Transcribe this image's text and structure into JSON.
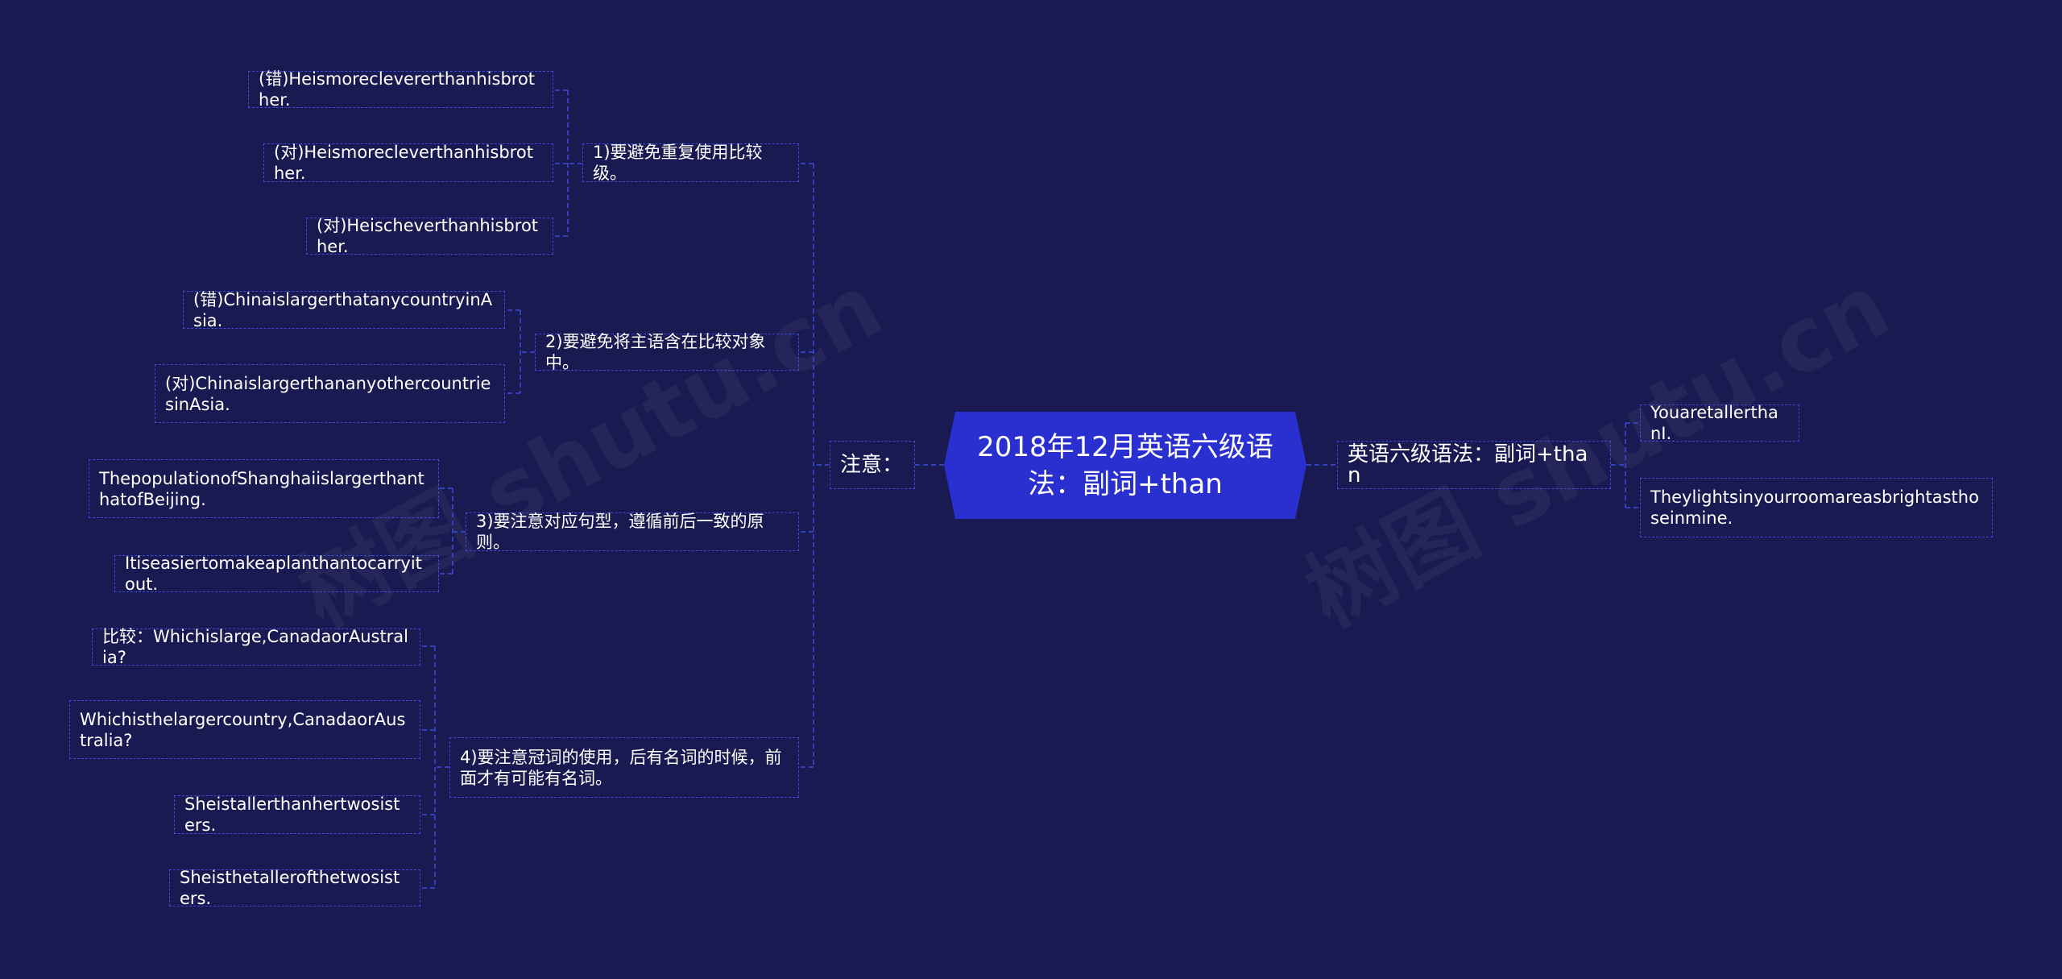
{
  "root": {
    "title": "2018年12月英语六级语法：副词+than"
  },
  "left_branch": {
    "label": "注意：",
    "children": [
      {
        "label": "1)要避免重复使用比较级。",
        "examples": [
          "(错)Heismoreclevererthanhisbrother.",
          "(对)Heismorecleverthanhisbrother.",
          "(对)Heischeverthanhisbrother."
        ]
      },
      {
        "label": "2)要避免将主语含在比较对象中。",
        "examples": [
          "(错)ChinaislargerthatanycountryinAsia.",
          "(对)ChinaislargerthananyothercountriesinAsia."
        ]
      },
      {
        "label": "3)要注意对应句型，遵循前后一致的原则。",
        "examples": [
          "ThepopulationofShanghaiislargerthanthatofBeijing.",
          "Itiseasiertomakeaplanthantocarryitout."
        ]
      },
      {
        "label": "4)要注意冠词的使用，后有名词的时候，前面才有可能有名词。",
        "examples": [
          "比较：Whichislarge,CanadaorAustralia?",
          "Whichisthelargercountry,CanadaorAustralia?",
          "Sheistallerthanhertwosisters.",
          "Sheisthetallerofthetwosisters."
        ]
      }
    ]
  },
  "right_branch": {
    "label": "英语六级语法：副词+than",
    "examples": [
      "YouaretallerthanI.",
      "Theylightsinyourroomareasbrightasthoseinmine."
    ]
  },
  "watermark": "树图 shutu.cn",
  "colors": {
    "background": "#1a1a52",
    "root_fill": "#2a2fd0",
    "border": "#3d4ad8",
    "line": "#3d4ad8",
    "text": "#ffffff"
  }
}
